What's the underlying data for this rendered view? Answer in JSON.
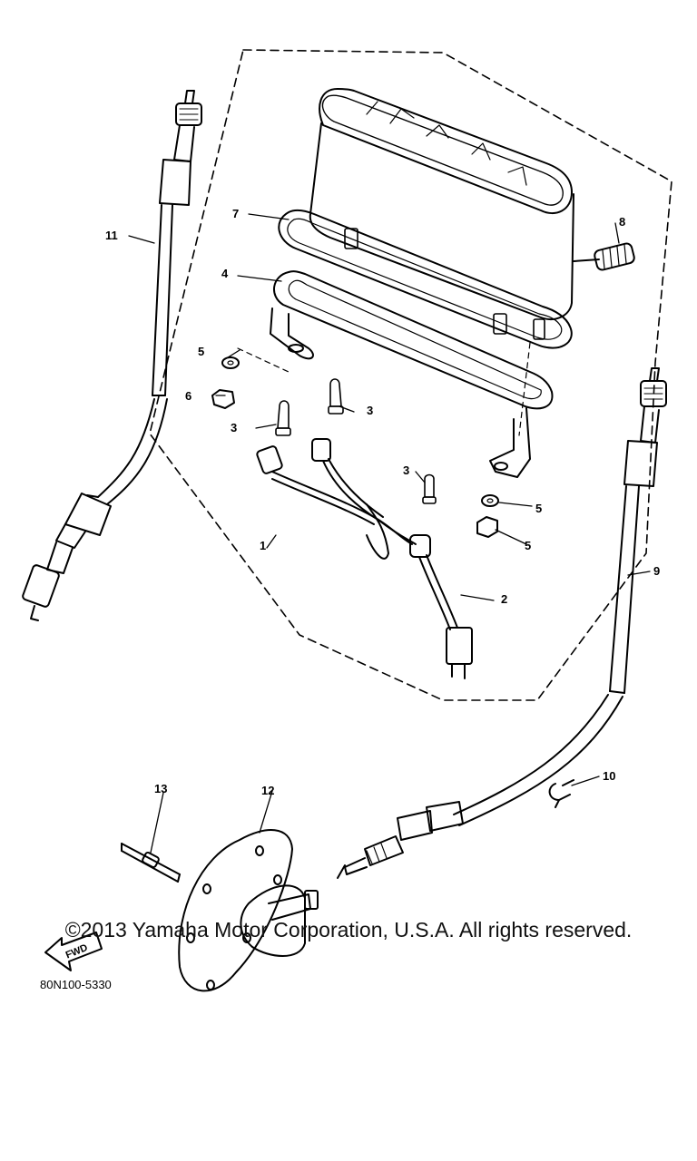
{
  "diagram": {
    "callouts": [
      {
        "id": "c1",
        "label": "1"
      },
      {
        "id": "c2",
        "label": "2"
      },
      {
        "id": "c3a",
        "label": "3"
      },
      {
        "id": "c3b",
        "label": "3"
      },
      {
        "id": "c3c",
        "label": "3"
      },
      {
        "id": "c4",
        "label": "4"
      },
      {
        "id": "c5a",
        "label": "5"
      },
      {
        "id": "c5b",
        "label": "5"
      },
      {
        "id": "c5c",
        "label": "5"
      },
      {
        "id": "c6",
        "label": "6"
      },
      {
        "id": "c7",
        "label": "7"
      },
      {
        "id": "c8",
        "label": "8"
      },
      {
        "id": "c9",
        "label": "9"
      },
      {
        "id": "c10",
        "label": "10"
      },
      {
        "id": "c11",
        "label": "11"
      },
      {
        "id": "c12",
        "label": "12"
      },
      {
        "id": "c13",
        "label": "13"
      }
    ],
    "fwd_label": "FWD",
    "part_number": "80N100-5330"
  },
  "footer": {
    "copyright": "©2013 Yamaha Motor Corporation, U.S.A. All rights reserved."
  }
}
